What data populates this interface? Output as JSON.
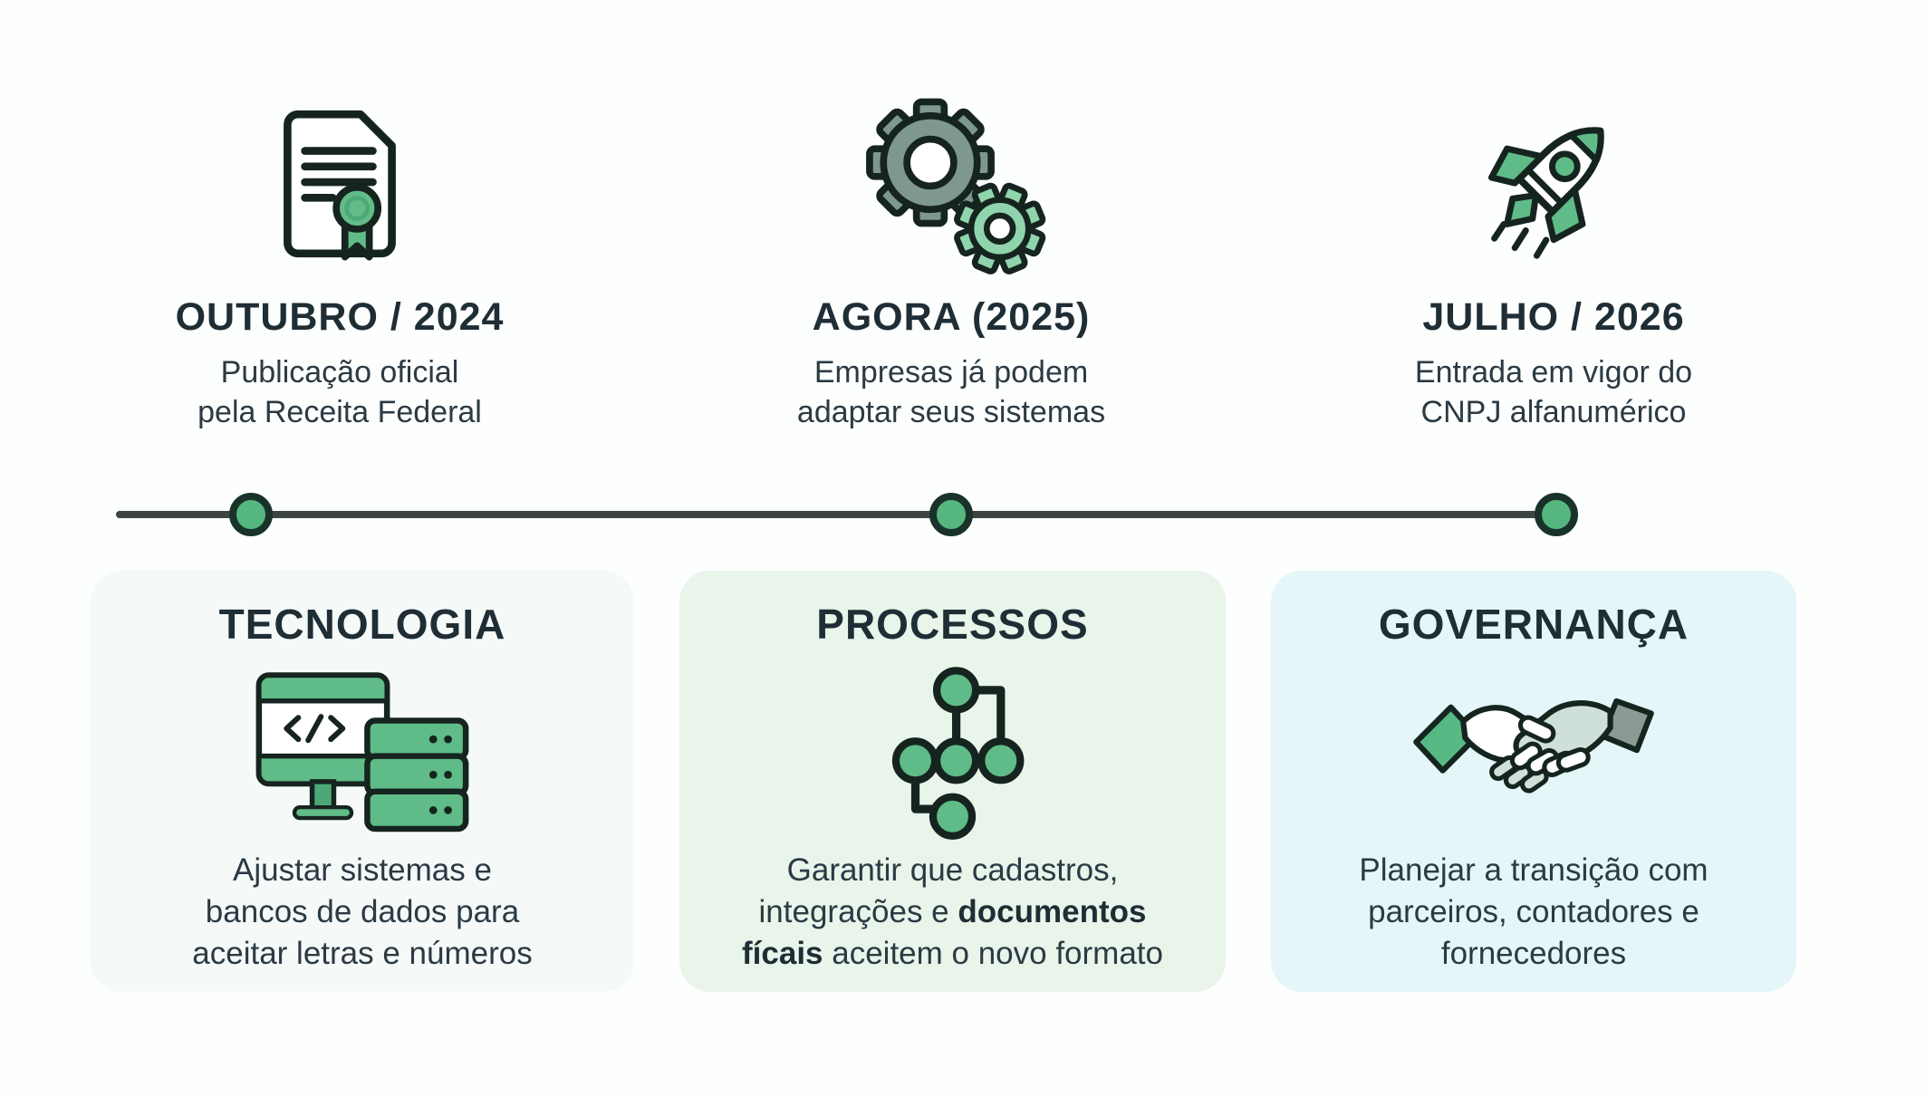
{
  "page": {
    "background": "#fdfefe",
    "subject": "CNPJ alfanumérico timeline infographic"
  },
  "colors": {
    "accent_green": "#57b983",
    "seal_green": "#62bc88",
    "gear_gray_green": "#7e9791",
    "gear_light_green": "#8fd4ad",
    "dark_outline": "#16241f",
    "timeline_line": "#3d4542",
    "timeline_dot": "#55b77f",
    "card_tecnologia_bg": "#f5faf9",
    "card_processos_bg": "#e9f4ea",
    "card_governanca_bg": "#e5f6f8",
    "title_text": "#1f2d35",
    "body_text": "#2b3a43"
  },
  "milestones": [
    {
      "icon": "certificate-icon",
      "title": "OUTUBRO / 2024",
      "description_lines": [
        "Publicação oficial",
        "pela Receita Federal"
      ]
    },
    {
      "icon": "gears-icon",
      "title": "AGORA (2025)",
      "description_lines": [
        "Empresas já podem",
        "adaptar seus sistemas"
      ]
    },
    {
      "icon": "rocket-icon",
      "title": "JULHO / 2026",
      "description_lines": [
        "Entrada em vigor do",
        "CNPJ alfanumérico"
      ]
    }
  ],
  "timeline": {
    "dot_count": 3,
    "line_color": "#3d4542",
    "dot_color": "#55b77f"
  },
  "cards": [
    {
      "icon": "monitor-server-icon",
      "title": "TECNOLOGIA",
      "description_lines": [
        "Ajustar sistemas e",
        "bancos de dados para",
        "aceitar letras e números"
      ]
    },
    {
      "icon": "flowchart-icon",
      "title": "PROCESSOS",
      "description": {
        "line1": "Garantir que cadastros,",
        "line2_pre": "integrações e ",
        "line2_bold": "documentos",
        "line3_bold": "fícais",
        "line3_post": " aceitem o novo formato"
      }
    },
    {
      "icon": "handshake-icon",
      "title": "GOVERNANÇA",
      "description_lines": [
        "Planejar a transição com",
        "parceiros, contadores e",
        "fornecedores"
      ]
    }
  ]
}
